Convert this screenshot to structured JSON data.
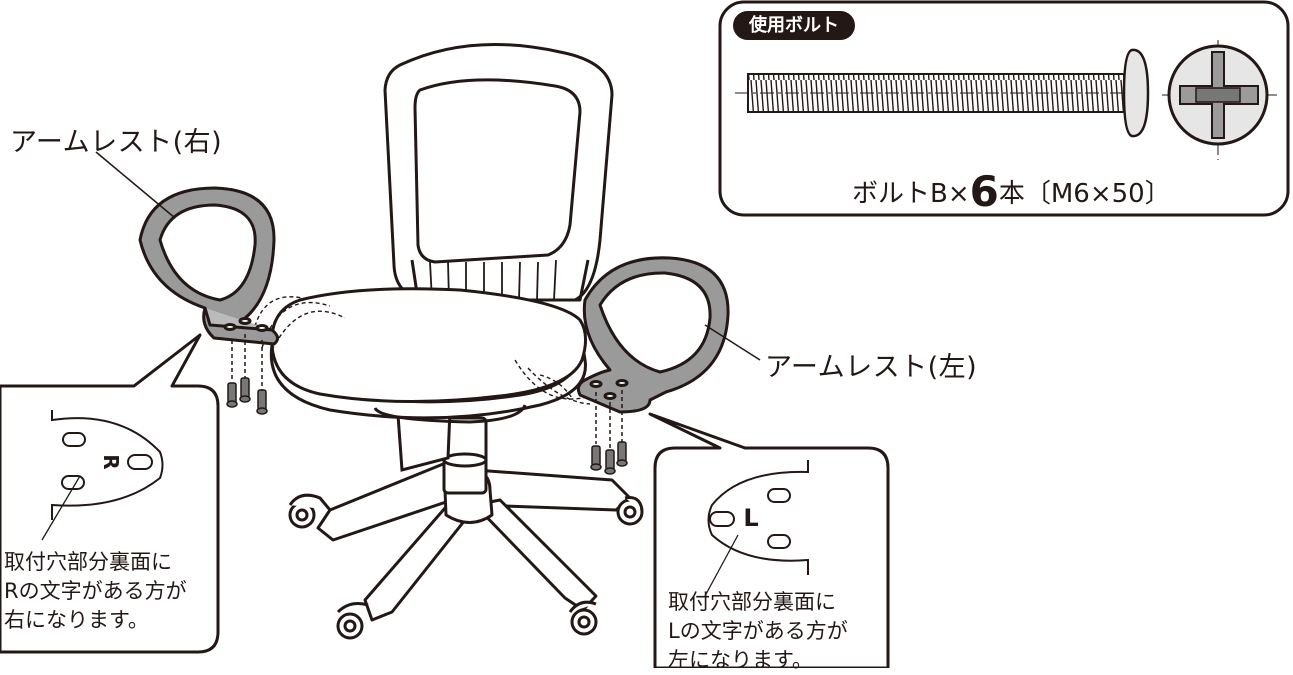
{
  "bolt_box": {
    "tag": "使用ボルト",
    "spec_prefix": "ボルトB×",
    "spec_count": "6",
    "spec_suffix": "本〔M6×50〕"
  },
  "labels": {
    "armrest_right": "アームレスト(右)",
    "armrest_left": "アームレスト(左)"
  },
  "callout_right": {
    "letter": "R",
    "lines": [
      "取付穴部分裏面に",
      "Rの文字がある方が",
      "右になります。"
    ]
  },
  "callout_left": {
    "letter": "L",
    "lines": [
      "取付穴部分裏面に",
      "Lの文字がある方が",
      "左になります。"
    ]
  }
}
